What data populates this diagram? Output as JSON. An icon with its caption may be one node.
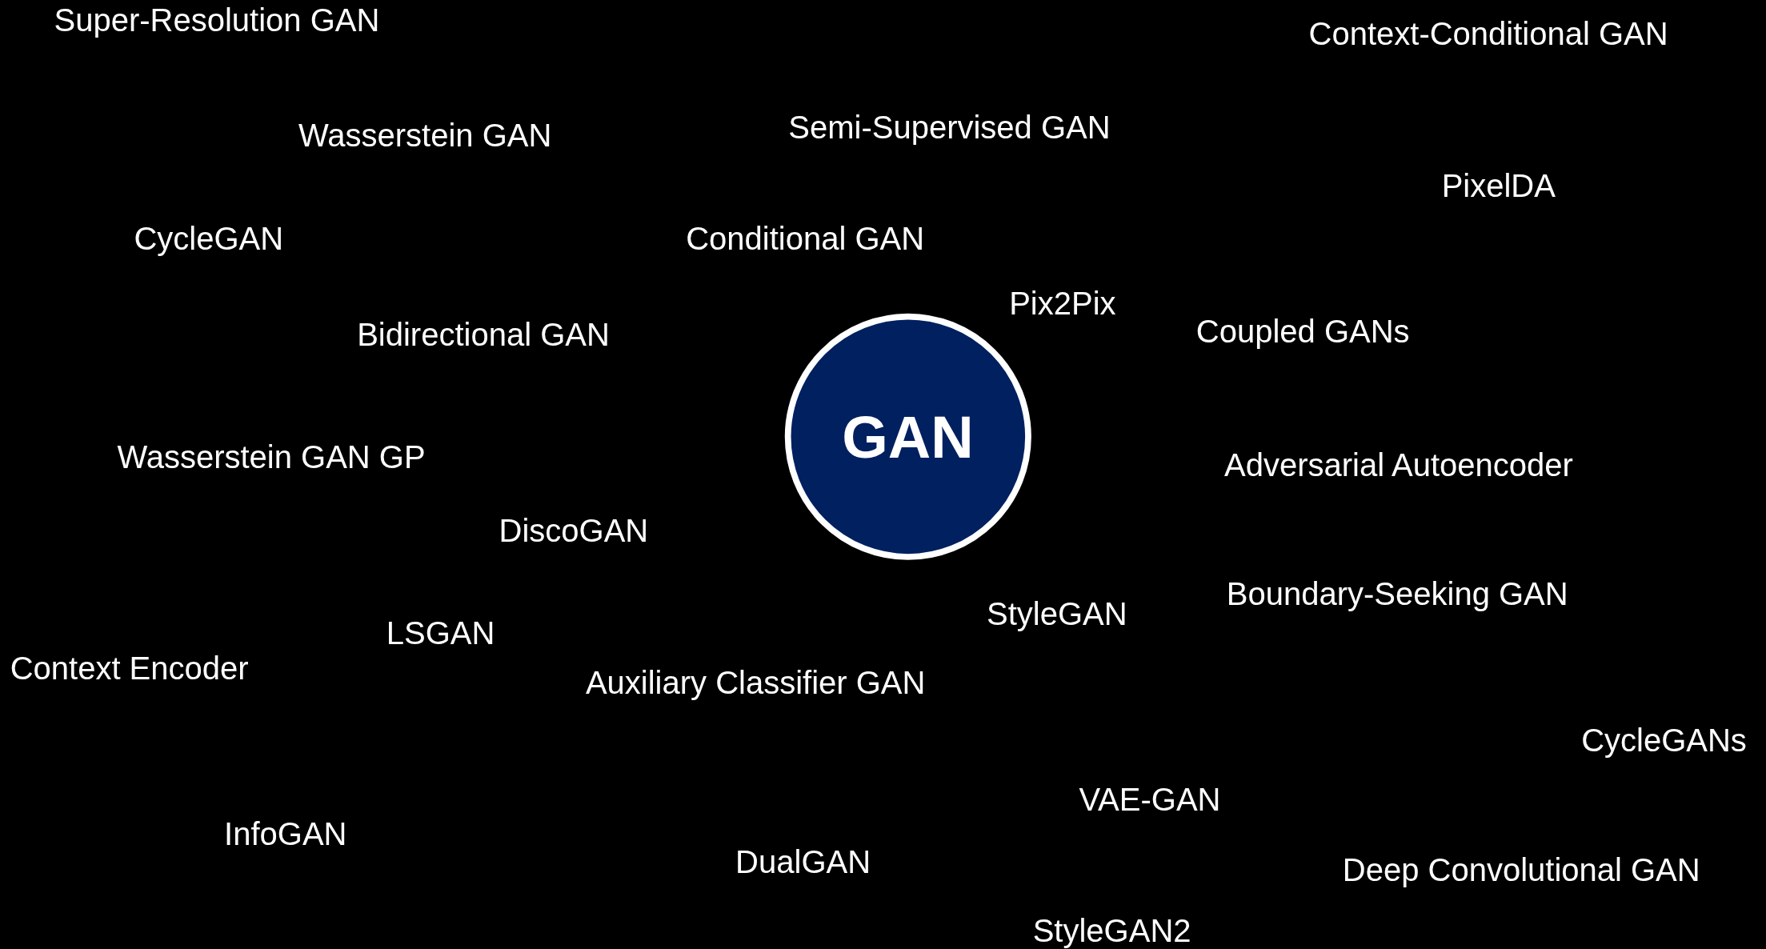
{
  "diagram": {
    "nodes": [
      {
        "text": [
          "GAN"
        ]
      }
    ],
    "labels": [
      "Super-Resolution GAN",
      "Context-Conditional GAN",
      "Semi-Supervised GAN",
      "Wasserstein GAN",
      "PixelDA",
      "CycleGAN",
      "Conditional GAN",
      "Pix2Pix",
      "Coupled GANs",
      "Bidirectional GAN",
      "Wasserstein GAN GP",
      "Adversarial Autoencoder",
      "DiscoGAN",
      "Boundary-Seeking GAN",
      "StyleGAN",
      "LSGAN",
      "Context Encoder",
      "Auxiliary Classifier GAN",
      "CycleGANs",
      "VAE-GAN",
      "InfoGAN",
      "DualGAN",
      "Deep Convolutional GAN",
      "StyleGAN2"
    ]
  }
}
